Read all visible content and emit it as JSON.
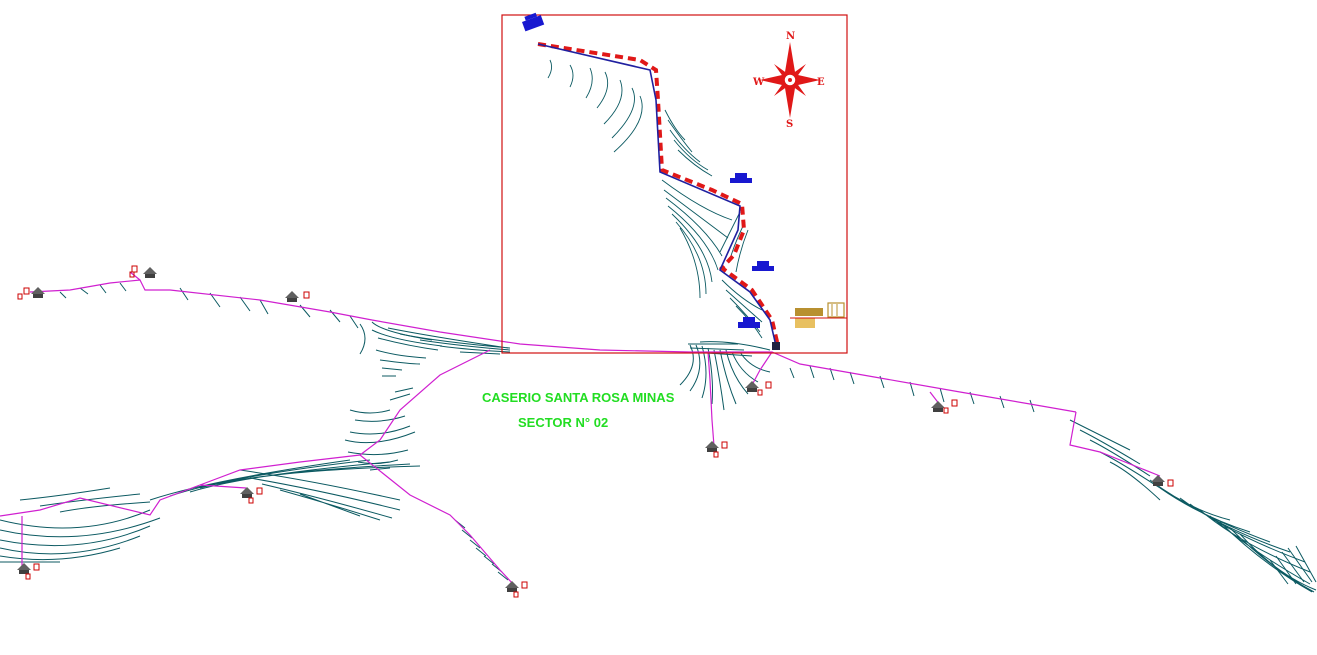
{
  "map": {
    "title": "CASERIO SANTA ROSA MINAS",
    "subtitle": "SECTOR N° 02",
    "compass": {
      "north": "N",
      "south": "S",
      "east": "E",
      "west": "W"
    },
    "colors": {
      "network_line": "#d020d0",
      "contour": "#0c5a62",
      "inset_frame": "#d01010",
      "route_dashed": "#e01818",
      "route_pipe": "#2020a0",
      "structure_blue": "#1818d0",
      "label_green": "#22dd22",
      "house_marker": "#cc0000"
    },
    "icons": [
      "north-arrow-icon",
      "house-icon",
      "water-tank-icon",
      "reservoir-icon",
      "building-icon"
    ]
  }
}
